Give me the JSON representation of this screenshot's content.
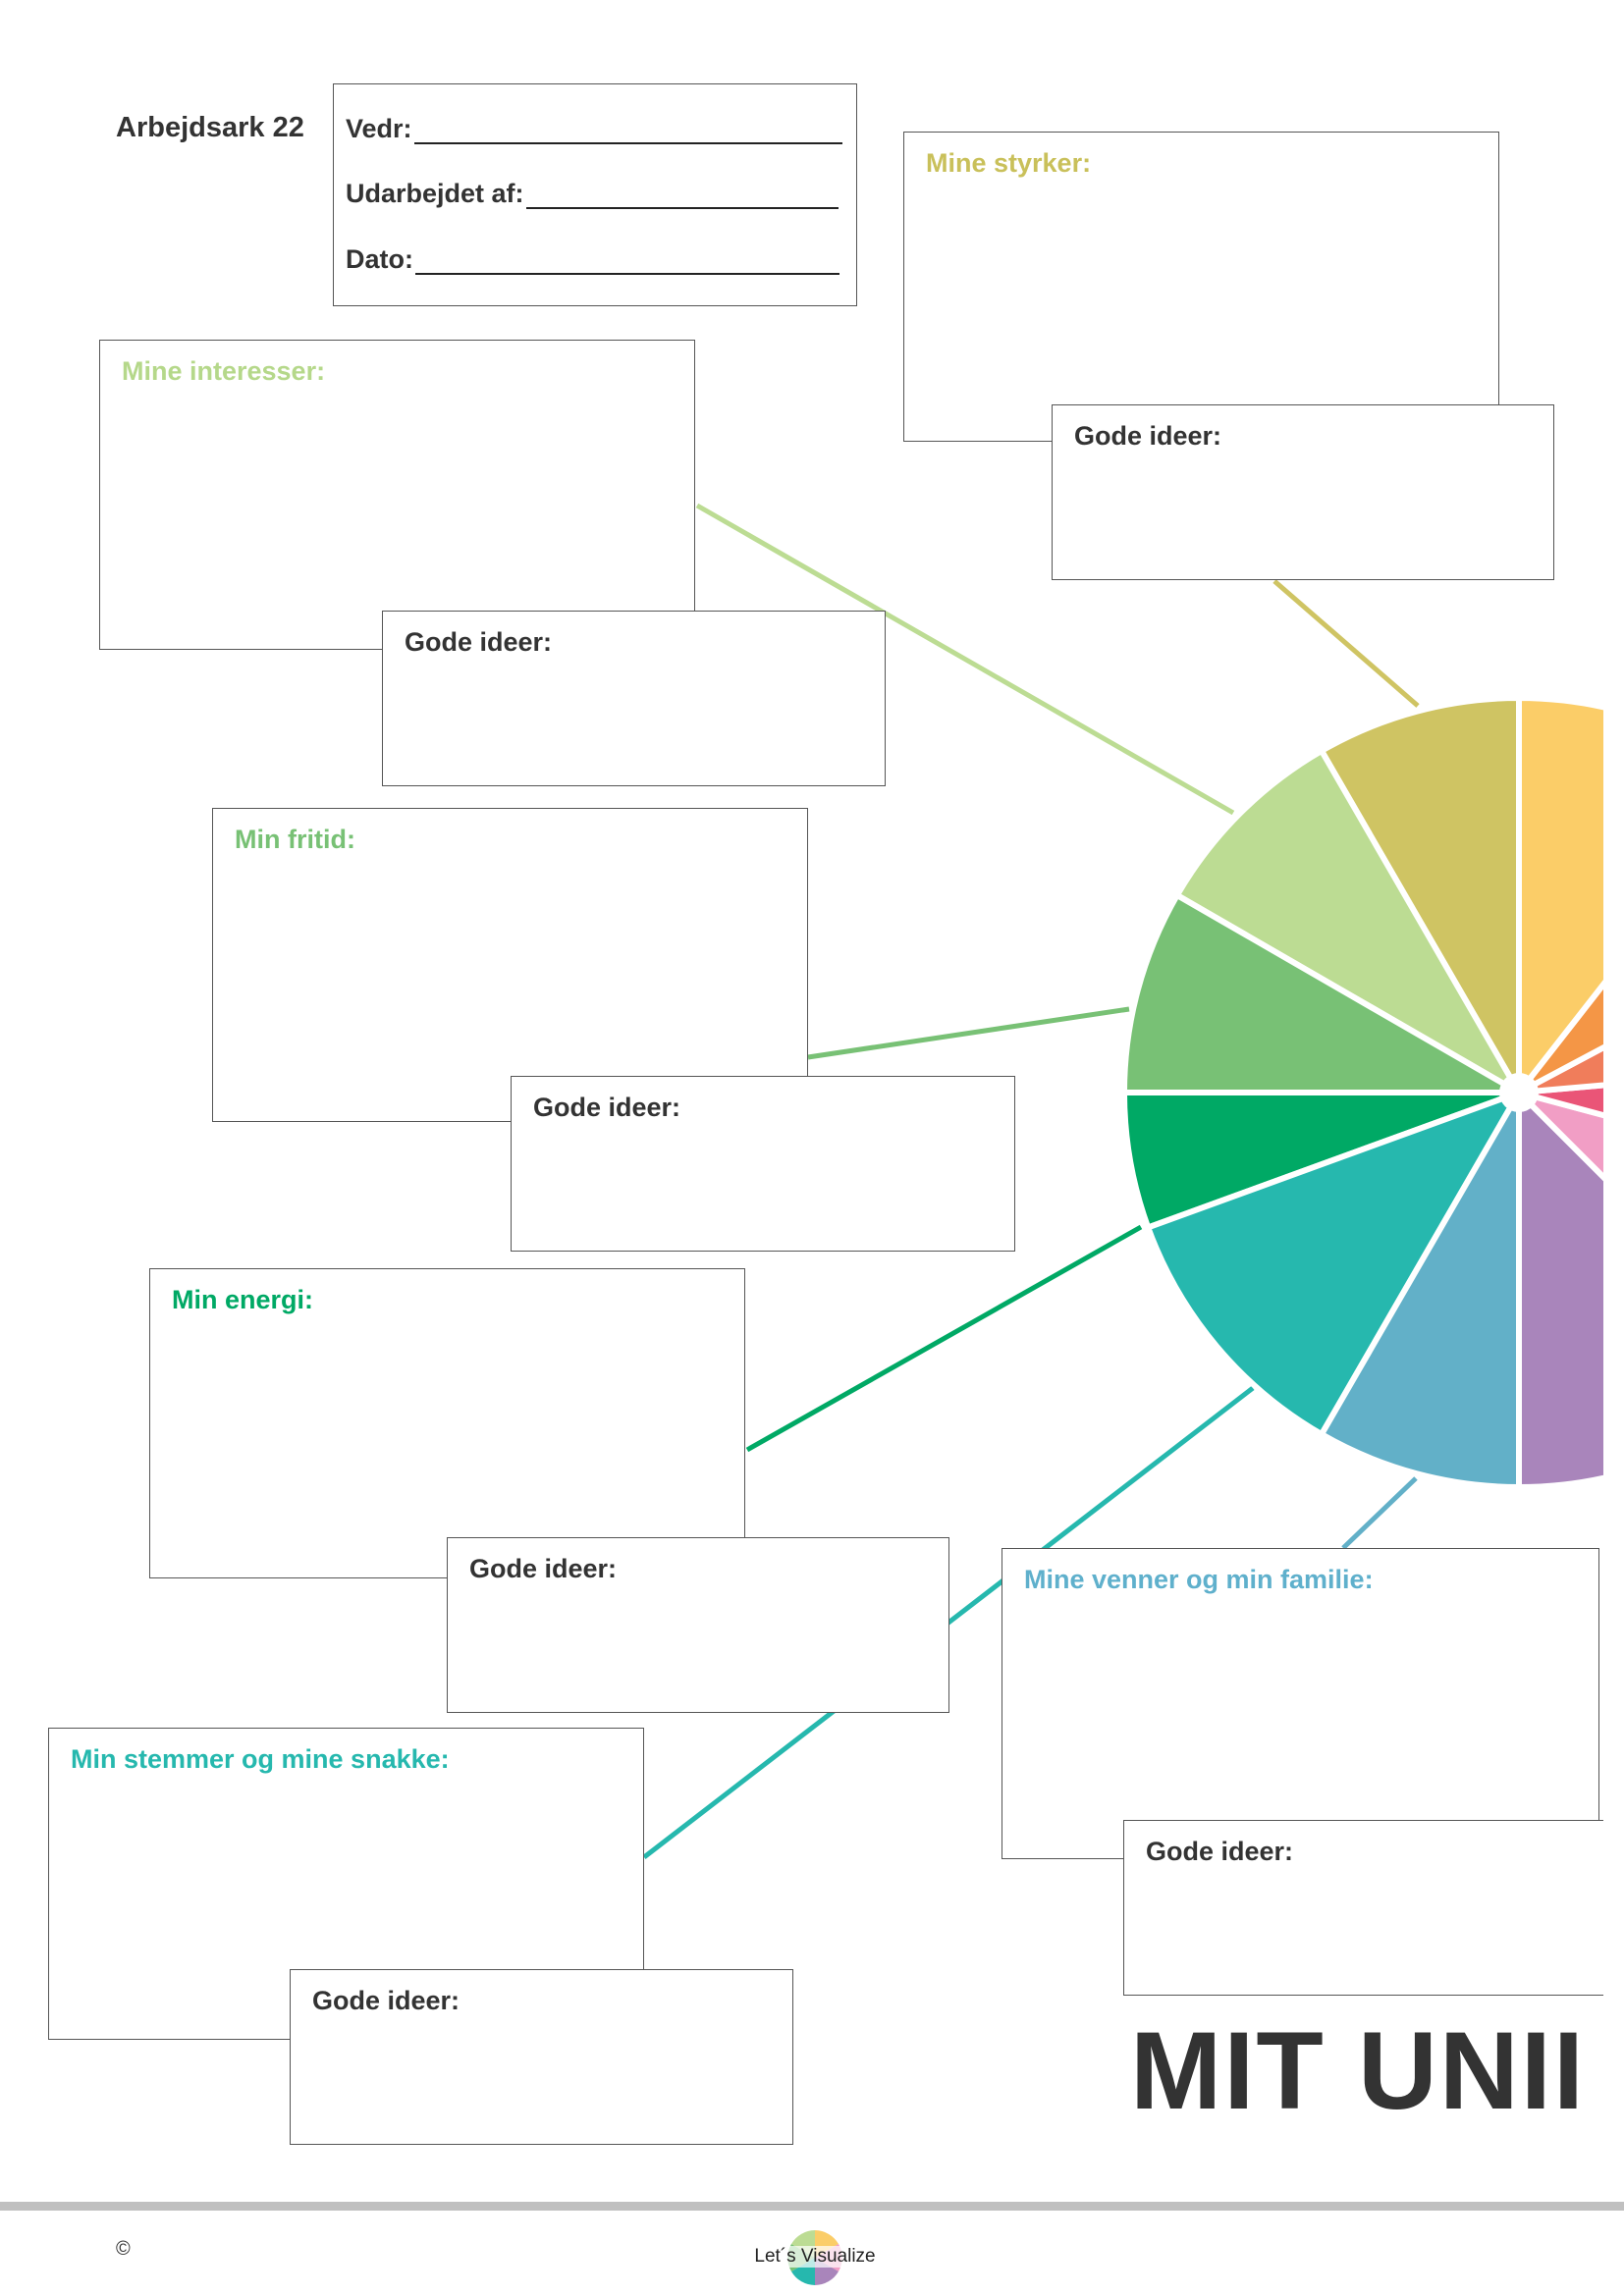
{
  "sheet_label": "Arbejdsark 22",
  "header": {
    "fields": [
      "Vedr:",
      "Udarbejdet af:",
      "Dato:"
    ]
  },
  "sections": {
    "styrker": {
      "label": "Mine styrker:",
      "color": "#c9c05a",
      "ideas_label": "Gode ideer:"
    },
    "interesser": {
      "label": "Mine interesser:",
      "color": "#b5d88a",
      "ideas_label": "Gode ideer:"
    },
    "fritid": {
      "label": "Min fritid:",
      "color": "#78c175",
      "ideas_label": "Gode ideer:"
    },
    "energi": {
      "label": "Min energi:",
      "color": "#00a965",
      "ideas_label": "Gode ideer:"
    },
    "stemmer": {
      "label": "Min stemmer og mine snakke:",
      "color": "#26b8ae",
      "ideas_label": "Gode ideer:"
    },
    "venner": {
      "label": "Mine venner og min familie:",
      "color": "#5fb0cc",
      "ideas_label": "Gode ideer:"
    }
  },
  "wheel_colors": [
    "#cfc463",
    "#bcdc93",
    "#78c175",
    "#00a965",
    "#26b8ae",
    "#62b0c8",
    "#a985bb",
    "#f19ec5",
    "#ea5577",
    "#f07d5b",
    "#f49646",
    "#fbcd68"
  ],
  "title": "MIT UNII",
  "footer": {
    "copyright": "©",
    "logo_text": "Let´s Visualize"
  }
}
